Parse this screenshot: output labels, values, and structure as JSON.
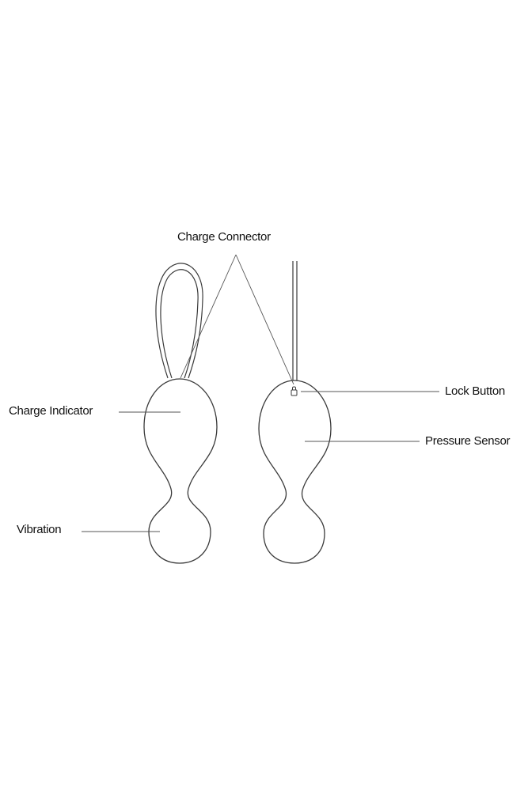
{
  "labels": {
    "charge_connector": "Charge Connector",
    "charge_indicator": "Charge Indicator",
    "vibration": "Vibration",
    "lock_button": "Lock Button",
    "pressure_sensor": "Pressure Sensor"
  },
  "colors": {
    "outline": "#3a3a3a",
    "leader_line": "#555555",
    "label_text": "#111111",
    "background": "#ffffff"
  }
}
